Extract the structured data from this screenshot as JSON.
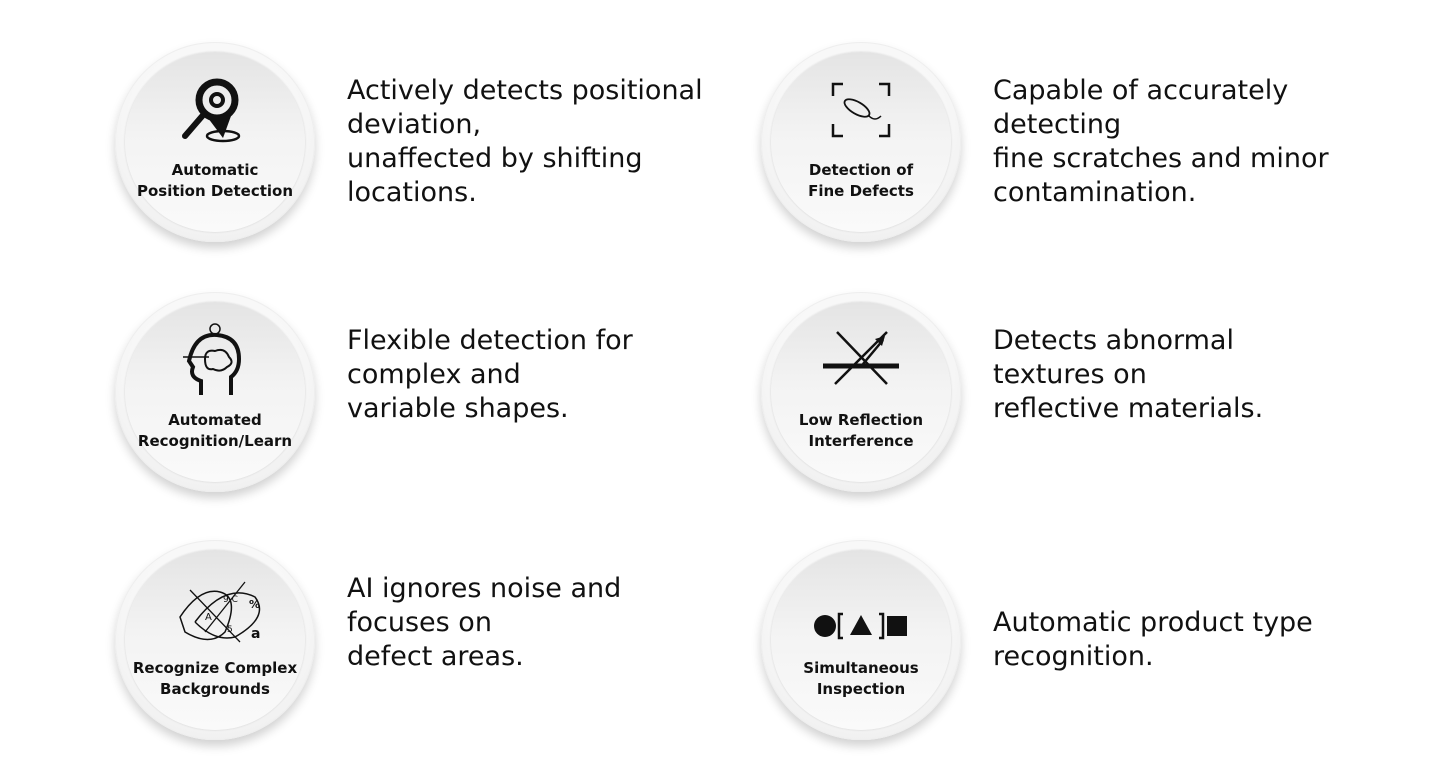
{
  "features": [
    {
      "label_lines": [
        "Automatic",
        "Position Detection"
      ],
      "icon": "location-search-icon",
      "description": "Actively detects positional\ndeviation,\nunaffected by shifting\nlocations."
    },
    {
      "label_lines": [
        "Detection of",
        "Fine Defects"
      ],
      "icon": "bacteria-scan-icon",
      "description": "Capable of accurately\ndetecting\nfine scratches and minor\ncontamination."
    },
    {
      "label_lines": [
        "Automated",
        "Recognition/Learn"
      ],
      "icon": "head-brain-icon",
      "description": "Flexible detection for\ncomplex and\nvariable shapes."
    },
    {
      "label_lines": [
        "Low Reflection",
        "Interference"
      ],
      "icon": "reflection-icon",
      "description": "Detects abnormal\ntextures on\nreflective materials."
    },
    {
      "label_lines": [
        "Recognize Complex",
        "Backgrounds"
      ],
      "icon": "scribble-background-icon",
      "description": "AI ignores noise and\nfocuses on\ndefect areas."
    },
    {
      "label_lines": [
        "Simultaneous",
        "Inspection"
      ],
      "icon": "shapes-icon",
      "description": "Automatic product type\nrecognition."
    }
  ]
}
